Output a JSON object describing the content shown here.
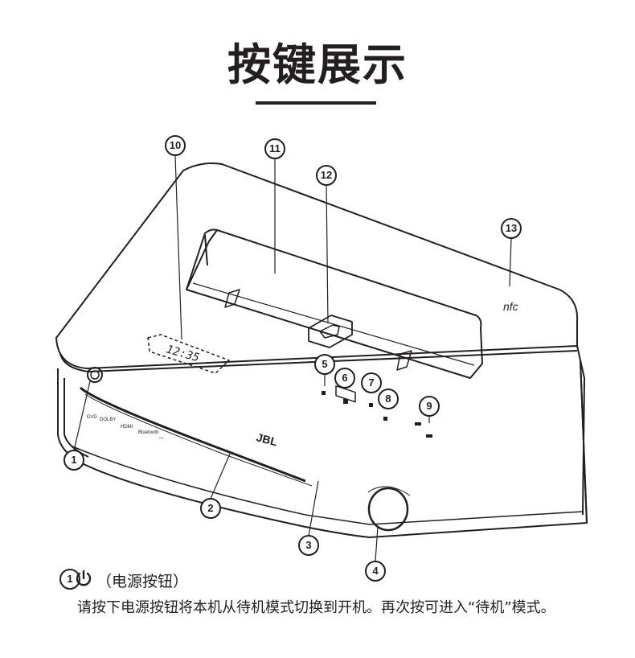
{
  "title": "按键展示",
  "callouts": [
    "1",
    "2",
    "3",
    "4",
    "5",
    "6",
    "7",
    "8",
    "9",
    "10",
    "11",
    "12",
    "13"
  ],
  "device_labels": {
    "brand": "JBL",
    "display": "12:35",
    "nfc": "nfc"
  },
  "description": {
    "number": "1",
    "icon": "power-icon",
    "heading": "（电源按钮）",
    "body": "请按下电源按钮将本机从待机模式切换到开机。再次按可进入“待机”模式。"
  }
}
